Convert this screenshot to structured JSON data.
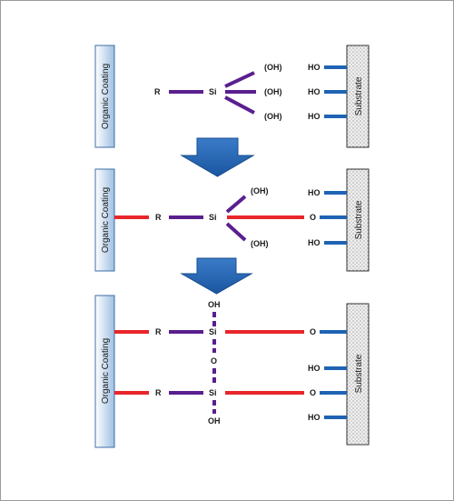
{
  "coating_label": "Organic Coating",
  "substrate_label": "Substrate",
  "colors": {
    "organic_bond": "#e8252b",
    "silane": "#5a1f8f",
    "substrate_bond": "#1f63b4",
    "arrow": "#1f63b4",
    "coating_fill_top": "#ffffff",
    "coating_fill_bottom": "#a9c8e6"
  },
  "panel1": {
    "r": "R",
    "si": "Si",
    "oh": [
      "(OH)",
      "(OH)",
      "(OH)"
    ],
    "ho": [
      "HO",
      "HO",
      "HO"
    ]
  },
  "panel2": {
    "r": "R",
    "si": "Si",
    "oh": [
      "(OH)",
      "(OH)"
    ],
    "o": "O",
    "ho": [
      "HO",
      "HO"
    ]
  },
  "panel3": {
    "oh_top": "OH",
    "oh_bottom": "OH",
    "o_bridge": "O",
    "r": [
      "R",
      "R"
    ],
    "si": [
      "Si",
      "Si"
    ],
    "o": [
      "O",
      "O"
    ],
    "ho": [
      "HO",
      "HO"
    ]
  }
}
